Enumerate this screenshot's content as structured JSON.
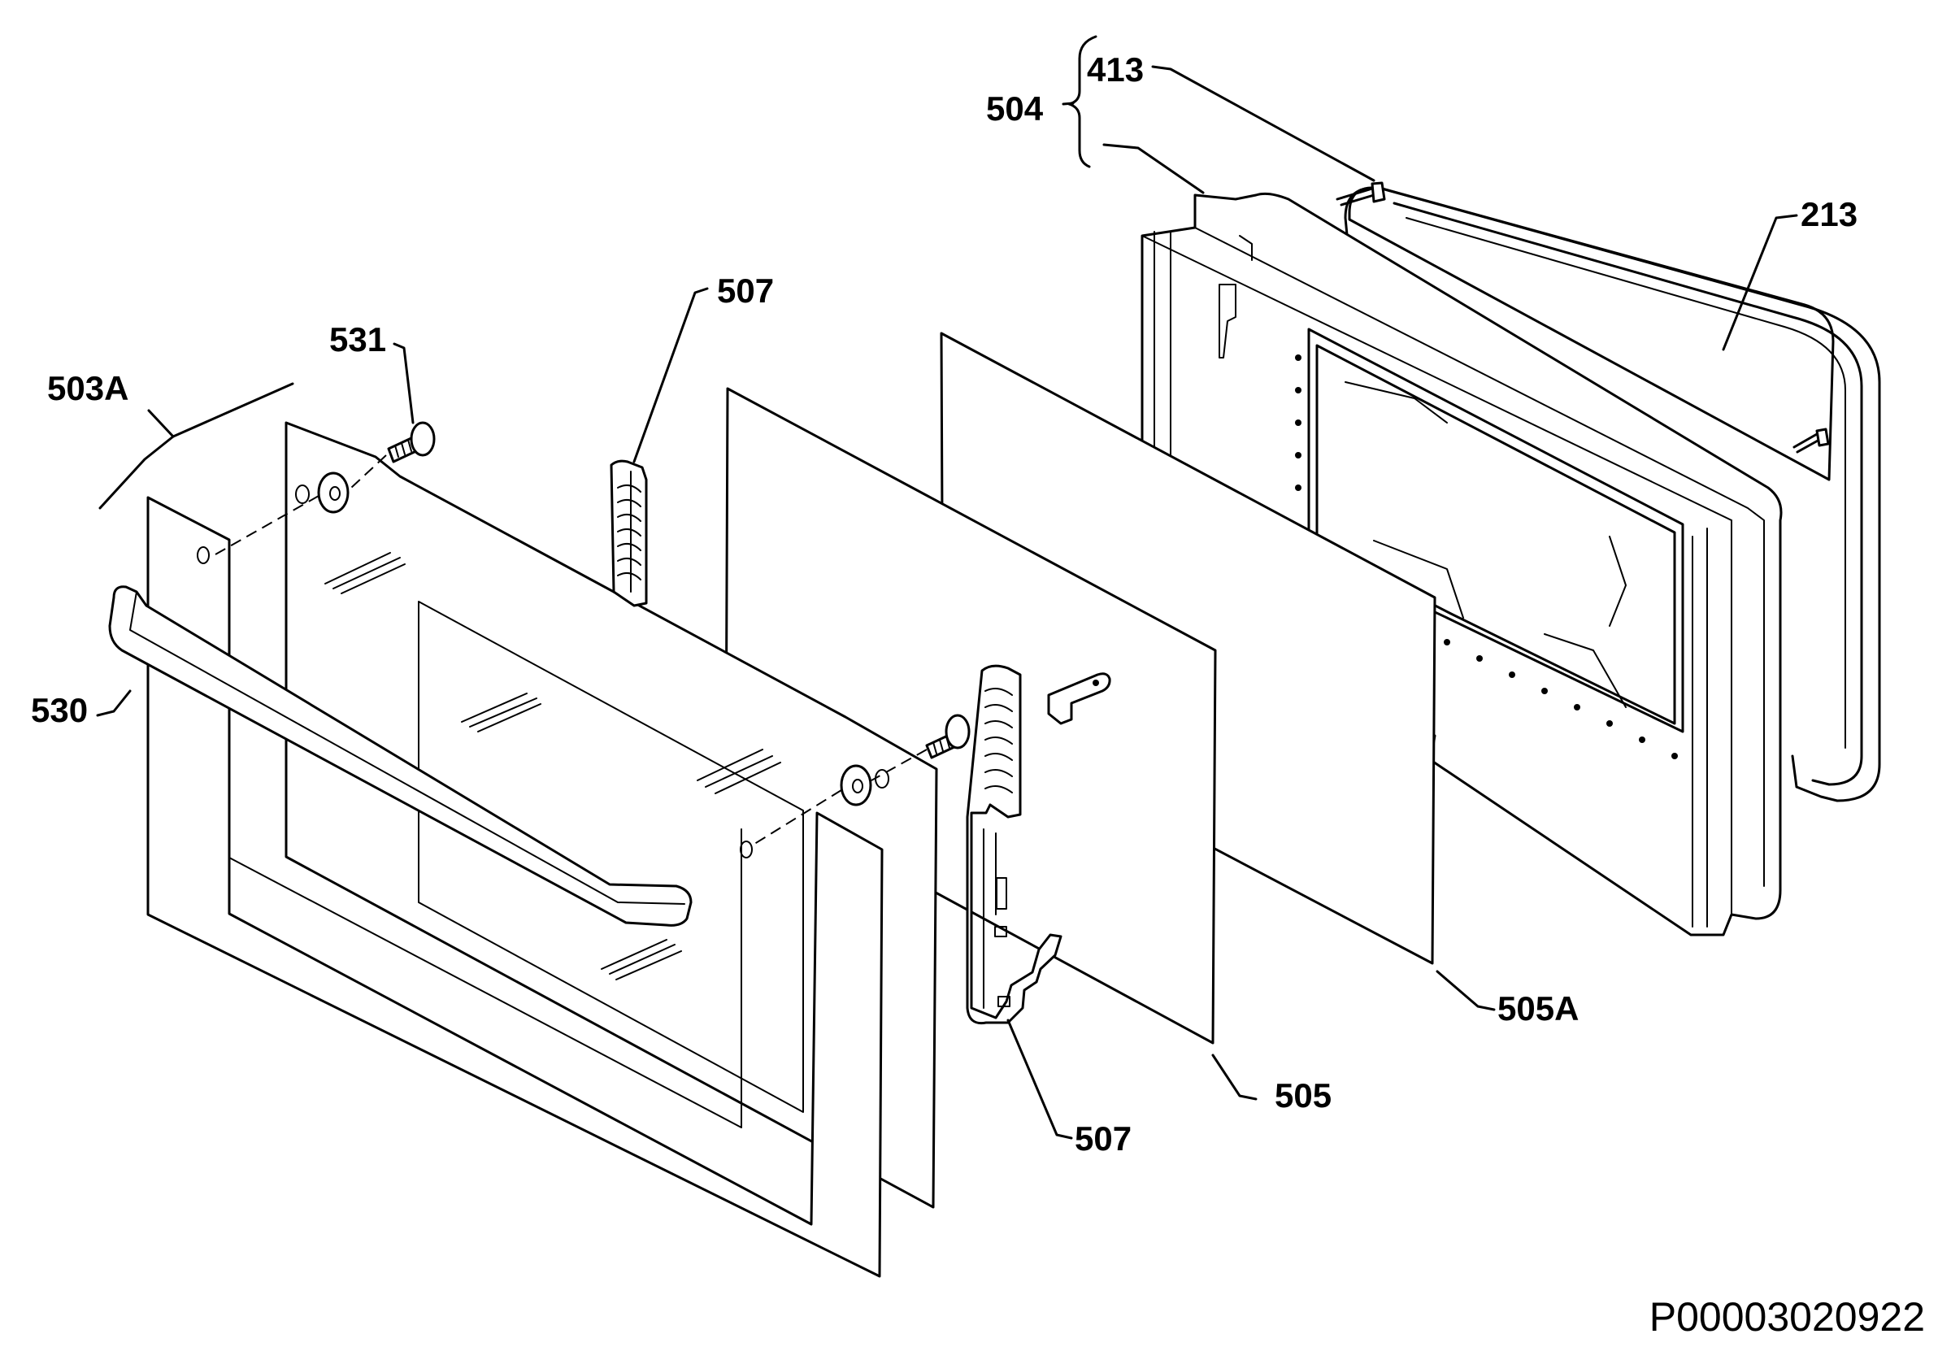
{
  "diagram": {
    "labels": {
      "l_503A": "503A",
      "l_531": "531",
      "l_507_top": "507",
      "l_504": "504",
      "l_413": "413",
      "l_213": "213",
      "l_530": "530",
      "l_505A": "505A",
      "l_505": "505",
      "l_507_bottom": "507"
    },
    "drawing_code": "P00003020922"
  }
}
